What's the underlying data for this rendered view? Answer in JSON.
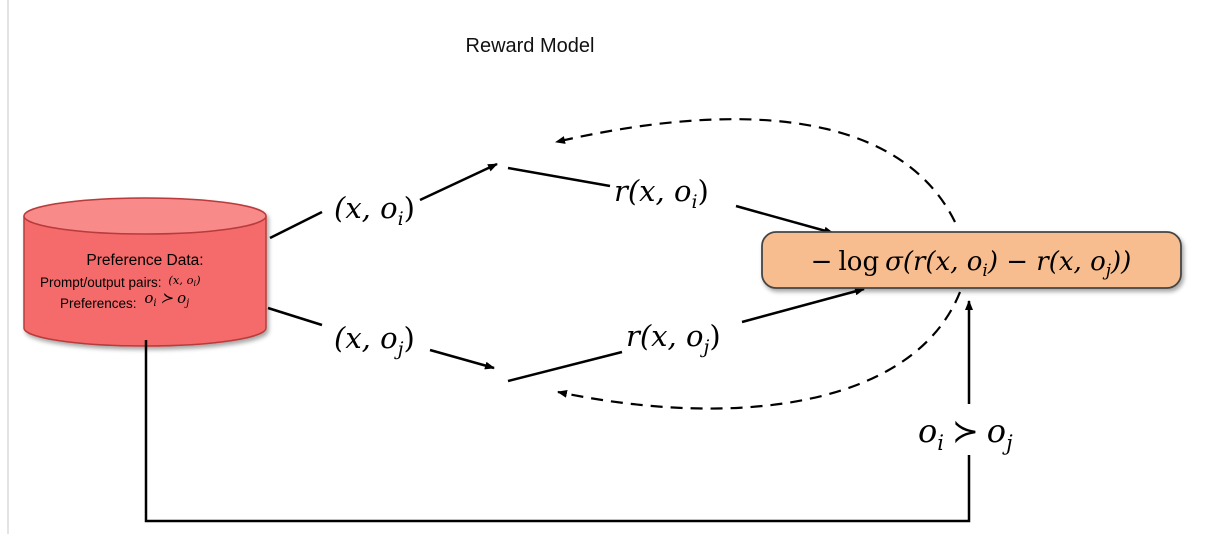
{
  "title": "Reward Model",
  "database": {
    "heading": "Preference Data:",
    "pairs_label": "Prompt/output pairs:",
    "pairs_math": "(x, o",
    "pairs_math_sub": "i",
    "pairs_math_close": ")",
    "prefs_label": "Preferences:",
    "prefs_a": "o",
    "prefs_a_sub": "i",
    "prefs_op": "≻",
    "prefs_b": "o",
    "prefs_b_sub": "j",
    "fill_color": "#f56b6b"
  },
  "edges": {
    "input_top": {
      "open": "(x, o",
      "sub": "i",
      "close": ")"
    },
    "input_bottom": {
      "open": "(x, o",
      "sub": "j",
      "close": ")"
    },
    "reward_top": {
      "open": "r(x, o",
      "sub": "i",
      "close": ")"
    },
    "reward_bottom": {
      "open": "r(x, o",
      "sub": "j",
      "close": ")"
    },
    "preference": {
      "a": "o",
      "a_sub": "i",
      "op": "≻",
      "b": "o",
      "b_sub": "j"
    }
  },
  "loss": {
    "prefix": "−",
    "log": "log",
    "sigma": "σ",
    "body_1": "(r(x, o",
    "sub_1": "i",
    "body_2": ") − r(x, o",
    "sub_2": "j",
    "body_3": "))",
    "fill_color": "#f7bd8e"
  },
  "network": {
    "body_color": "#b8b8f5",
    "output_color": "#c8ecdc",
    "input_color": "#f3b7b7"
  }
}
